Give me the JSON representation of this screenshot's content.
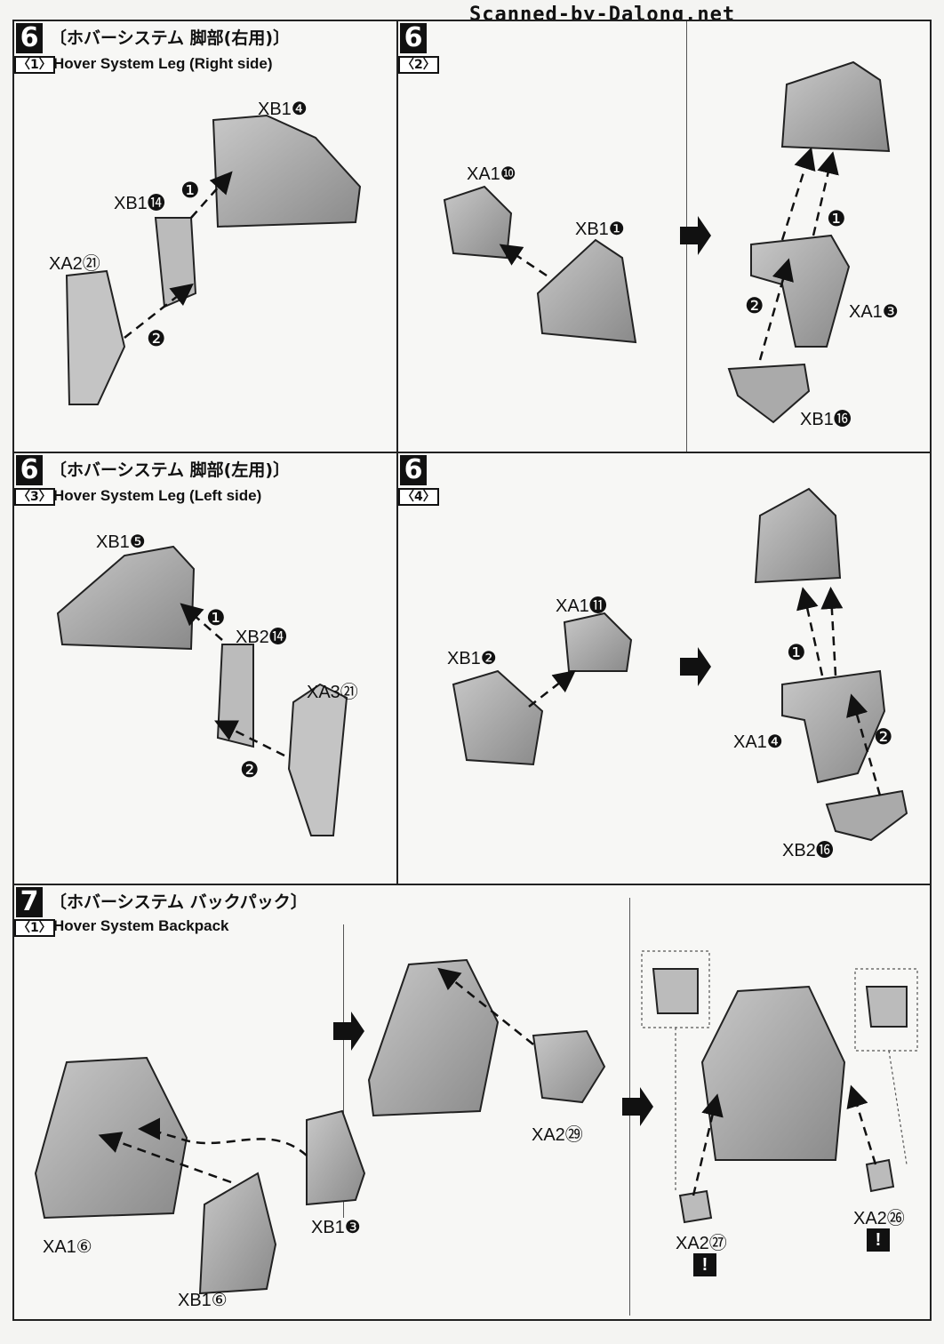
{
  "watermark": "Scanned-by-Dalong.net",
  "panels": {
    "p1": {
      "step": "6",
      "sub": "〈1〉",
      "title_jp": "〔ホバーシステム 脚部(右用)〕",
      "title_en": "Hover System Leg (Right side)",
      "labels": [
        "XB1❹",
        "XB1⓮",
        "XA2㉑"
      ]
    },
    "p2": {
      "step": "6",
      "sub": "〈2〉",
      "labels": [
        "XA1❿",
        "XB1❶",
        "XA1❸",
        "XB1⓰"
      ]
    },
    "p3": {
      "step": "6",
      "sub": "〈3〉",
      "title_jp": "〔ホバーシステム 脚部(左用)〕",
      "title_en": "Hover System Leg (Left side)",
      "labels": [
        "XB1❺",
        "XB2⓮",
        "XA3㉑"
      ]
    },
    "p4": {
      "step": "6",
      "sub": "〈4〉",
      "labels": [
        "XA1⓫",
        "XB1❷",
        "XA1❹",
        "XB2⓰"
      ]
    },
    "p5": {
      "step": "7",
      "sub": "〈1〉",
      "title_jp": "〔ホバーシステム バックパック〕",
      "title_en": "Hover System Backpack",
      "labels": [
        "XA1⑥",
        "XB1⑥",
        "XB1❸",
        "XA2㉙",
        "XA2㉗",
        "XA2㉖"
      ]
    }
  },
  "markers": [
    "❶",
    "❷",
    "!"
  ]
}
